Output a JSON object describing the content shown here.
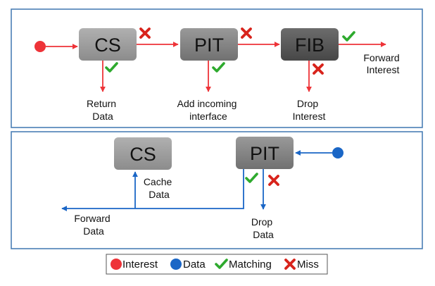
{
  "colors": {
    "interest": "#ee3338",
    "data": "#1a66c6",
    "match": "#2eaa2e",
    "miss": "#d8241c",
    "frame": "#4a7fb5",
    "node_light": "#9a9a9a",
    "node_mid": "#7f7f7f",
    "node_dark": "#555555"
  },
  "icons": {
    "interest": "red-circle-icon",
    "data": "blue-circle-icon",
    "match": "green-check-icon",
    "miss": "red-cross-icon"
  },
  "interest_pipeline": {
    "cs": "CS",
    "pit": "PIT",
    "fib": "FIB",
    "cs_hit": [
      "Return",
      "Data"
    ],
    "pit_hit": [
      "Add incoming",
      "interface"
    ],
    "fib_miss": [
      "Drop",
      "Interest"
    ],
    "fib_hit": [
      "Forward",
      "Interest"
    ]
  },
  "data_pipeline": {
    "cs": "CS",
    "pit": "PIT",
    "cs_cache": [
      "Cache",
      "Data"
    ],
    "forward": [
      "Forward",
      "Data"
    ],
    "drop": [
      "Drop",
      "Data"
    ]
  },
  "legend": {
    "interest": "Interest",
    "data": "Data",
    "matching": "Matching",
    "miss": "Miss"
  }
}
